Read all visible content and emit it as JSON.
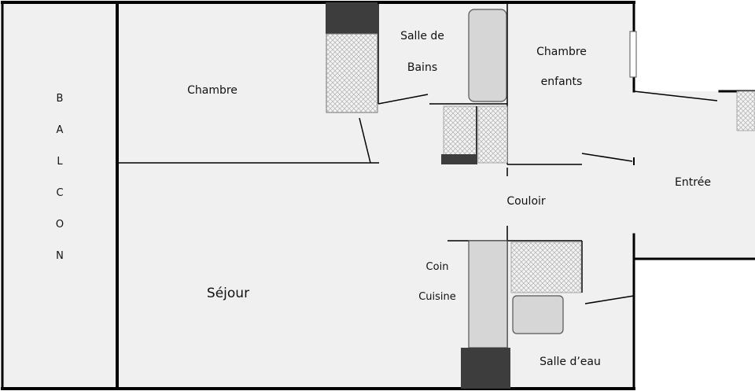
{
  "plan": {
    "balcon_letters": [
      "B",
      "A",
      "L",
      "C",
      "O",
      "N"
    ],
    "rooms": {
      "chambre": "Chambre",
      "salle_de_bains_line1": "Salle de",
      "salle_de_bains_line2": "Bains",
      "chambre_enfants_line1": "Chambre",
      "chambre_enfants_line2": "enfants",
      "entree": "Entrée",
      "couloir": "Couloir",
      "sejour": "Séjour",
      "coin_cuisine_line1": "Coin",
      "coin_cuisine_line2": "Cuisine",
      "salle_deau": "Salle d’eau"
    },
    "colors": {
      "floor": "#f0f0f0",
      "wall": "#000000",
      "fixture": "#d6d6d6",
      "dark_fixture": "#3d3d3d",
      "hatch": "#bdbdbd"
    }
  }
}
